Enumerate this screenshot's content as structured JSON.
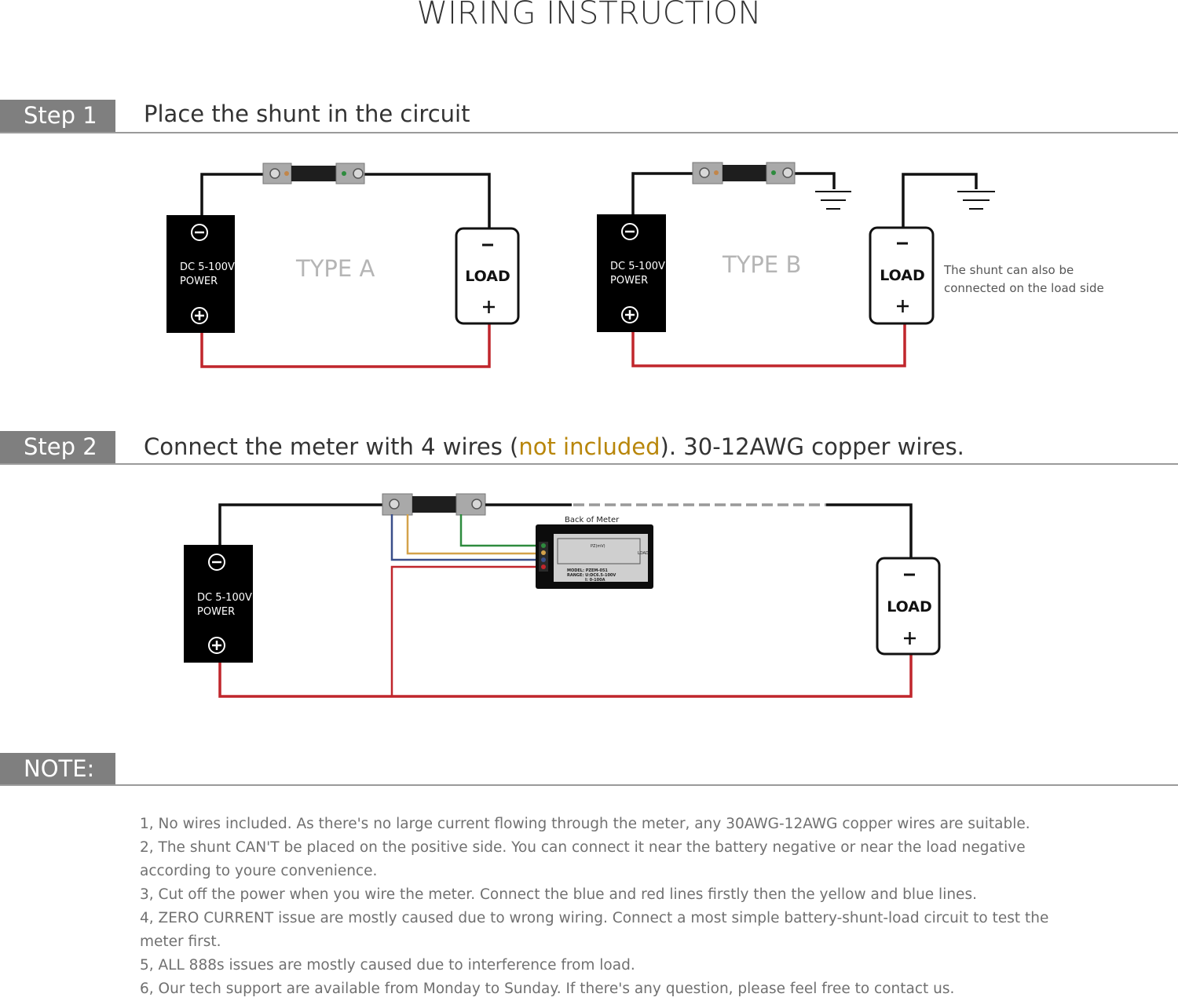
{
  "title": "WIRING INSTRUCTION",
  "step1": {
    "tab": "Step 1",
    "heading": "Place the shunt in the circuit",
    "type_a": "TYPE A",
    "type_b": "TYPE B",
    "power_label_line1": "DC 5-100V",
    "power_label_line2": "POWER",
    "load_label": "LOAD",
    "side_note": "The shunt can also be connected  on the load side"
  },
  "step2": {
    "tab": "Step 2",
    "heading_before": "Connect the meter with 4 wires (",
    "heading_highlight": "not included",
    "heading_after": "). 30-12AWG copper wires.",
    "back_of_meter": "Back of Meter",
    "power_label_line1": "DC 5-100V",
    "power_label_line2": "POWER",
    "load_label": "LOAD",
    "meter_text_pzem": "PZ(mV)",
    "meter_text_load": "LOAD",
    "meter_model": "MODEL: PZEM-051",
    "meter_range1": "RANGE: U:DC6.5-100V",
    "meter_range2": "I: 0-100A"
  },
  "note": {
    "tab": "NOTE:",
    "lines": [
      "1, No wires included. As there's no large current flowing through the meter, any 30AWG-12AWG copper wires are suitable.",
      "2, The shunt CAN'T be placed on the positive side. You can connect it near the battery negative or near the load negative according to youre convenience.",
      "3, Cut off the power when you wire the meter. Connect the blue and red lines firstly then the yellow and blue lines.",
      "4, ZERO CURRENT issue are mostly caused due to wrong wiring. Connect a most simple battery-shunt-load circuit to test the meter first.",
      "5, ALL 888s issues are mostly caused due to interference from load.",
      "6, Our tech support are available from Monday to Sunday. If there's any question, please feel free to contact us."
    ]
  },
  "colors": {
    "wire_negative": "#111111",
    "wire_positive": "#c0262c",
    "wire_yellow": "#d4a24a",
    "wire_blue": "#3a4f8a",
    "wire_green": "#2e8b3e",
    "tab_gray": "#7f7f7f",
    "highlight": "#b8860b"
  }
}
